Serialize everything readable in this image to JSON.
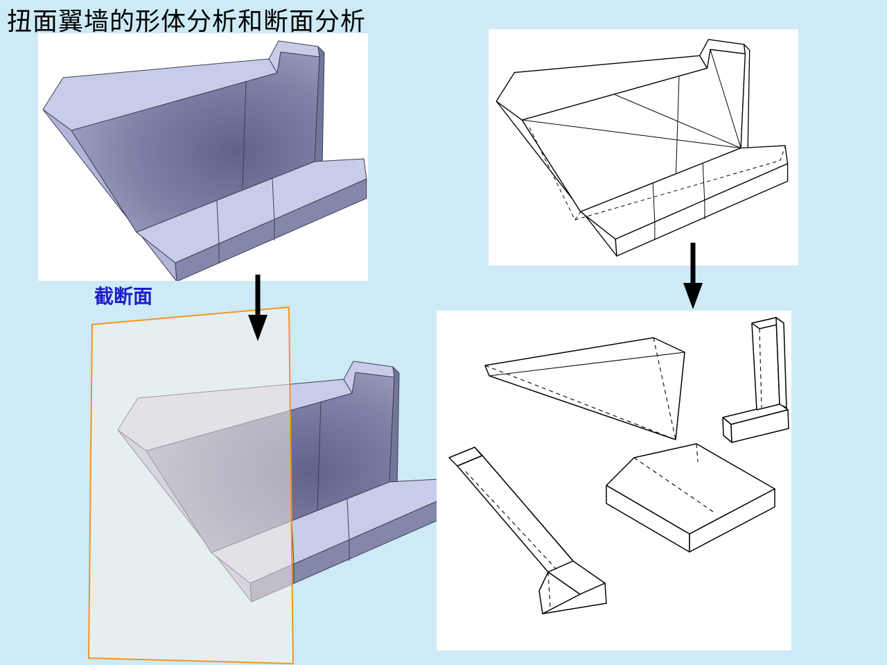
{
  "slide": {
    "title": "扭面翼墙的形体分析和断面分析",
    "section_plane_label": "截断面"
  },
  "icons": {
    "arrow_down": "down-arrow"
  },
  "colors": {
    "bg": "#cdeaf6",
    "panel": "#ffffff",
    "solid-light": "#c9cce9",
    "solid-mid": "#b2b5d8",
    "solid-dark": "#8487ab",
    "solid-darker": "#73769b",
    "solid-stroke": "#3d3d52",
    "plane-stroke": "#f6931d",
    "plane-fill": "#fdf3e7",
    "label": "#1d1dc8",
    "line": "#000000",
    "arrow": "#000000"
  }
}
